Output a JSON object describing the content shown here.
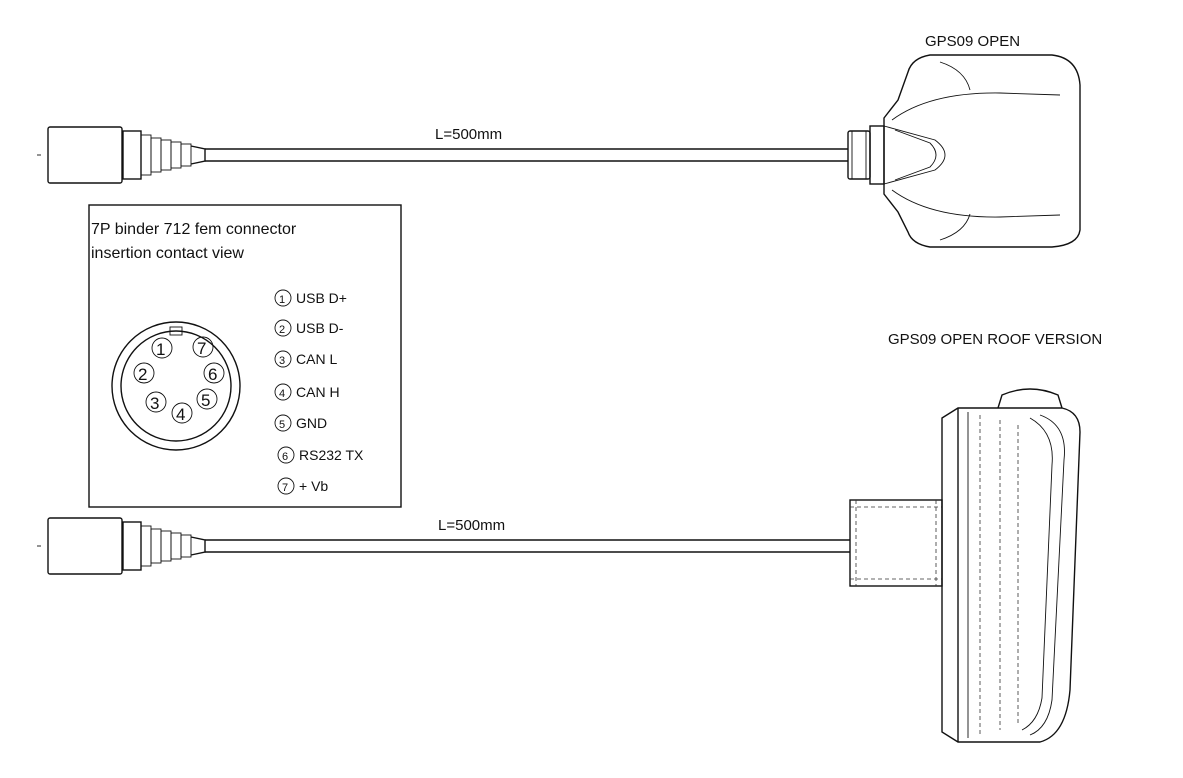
{
  "products": {
    "gps09_open": {
      "title": "GPS09 OPEN",
      "cable_length": "L=500mm"
    },
    "gps09_open_roof": {
      "title": "GPS09 OPEN ROOF VERSION",
      "cable_length": "L=500mm"
    }
  },
  "connector": {
    "title_line1": "7P binder 712 fem connector",
    "title_line2": "insertion contact view",
    "pins": [
      {
        "num": "1",
        "label": "USB D+"
      },
      {
        "num": "2",
        "label": "USB D-"
      },
      {
        "num": "3",
        "label": "CAN L"
      },
      {
        "num": "4",
        "label": "CAN H"
      },
      {
        "num": "5",
        "label": "GND"
      },
      {
        "num": "6",
        "label": "RS232 TX"
      },
      {
        "num": "7",
        "label": "+ Vb"
      }
    ]
  }
}
